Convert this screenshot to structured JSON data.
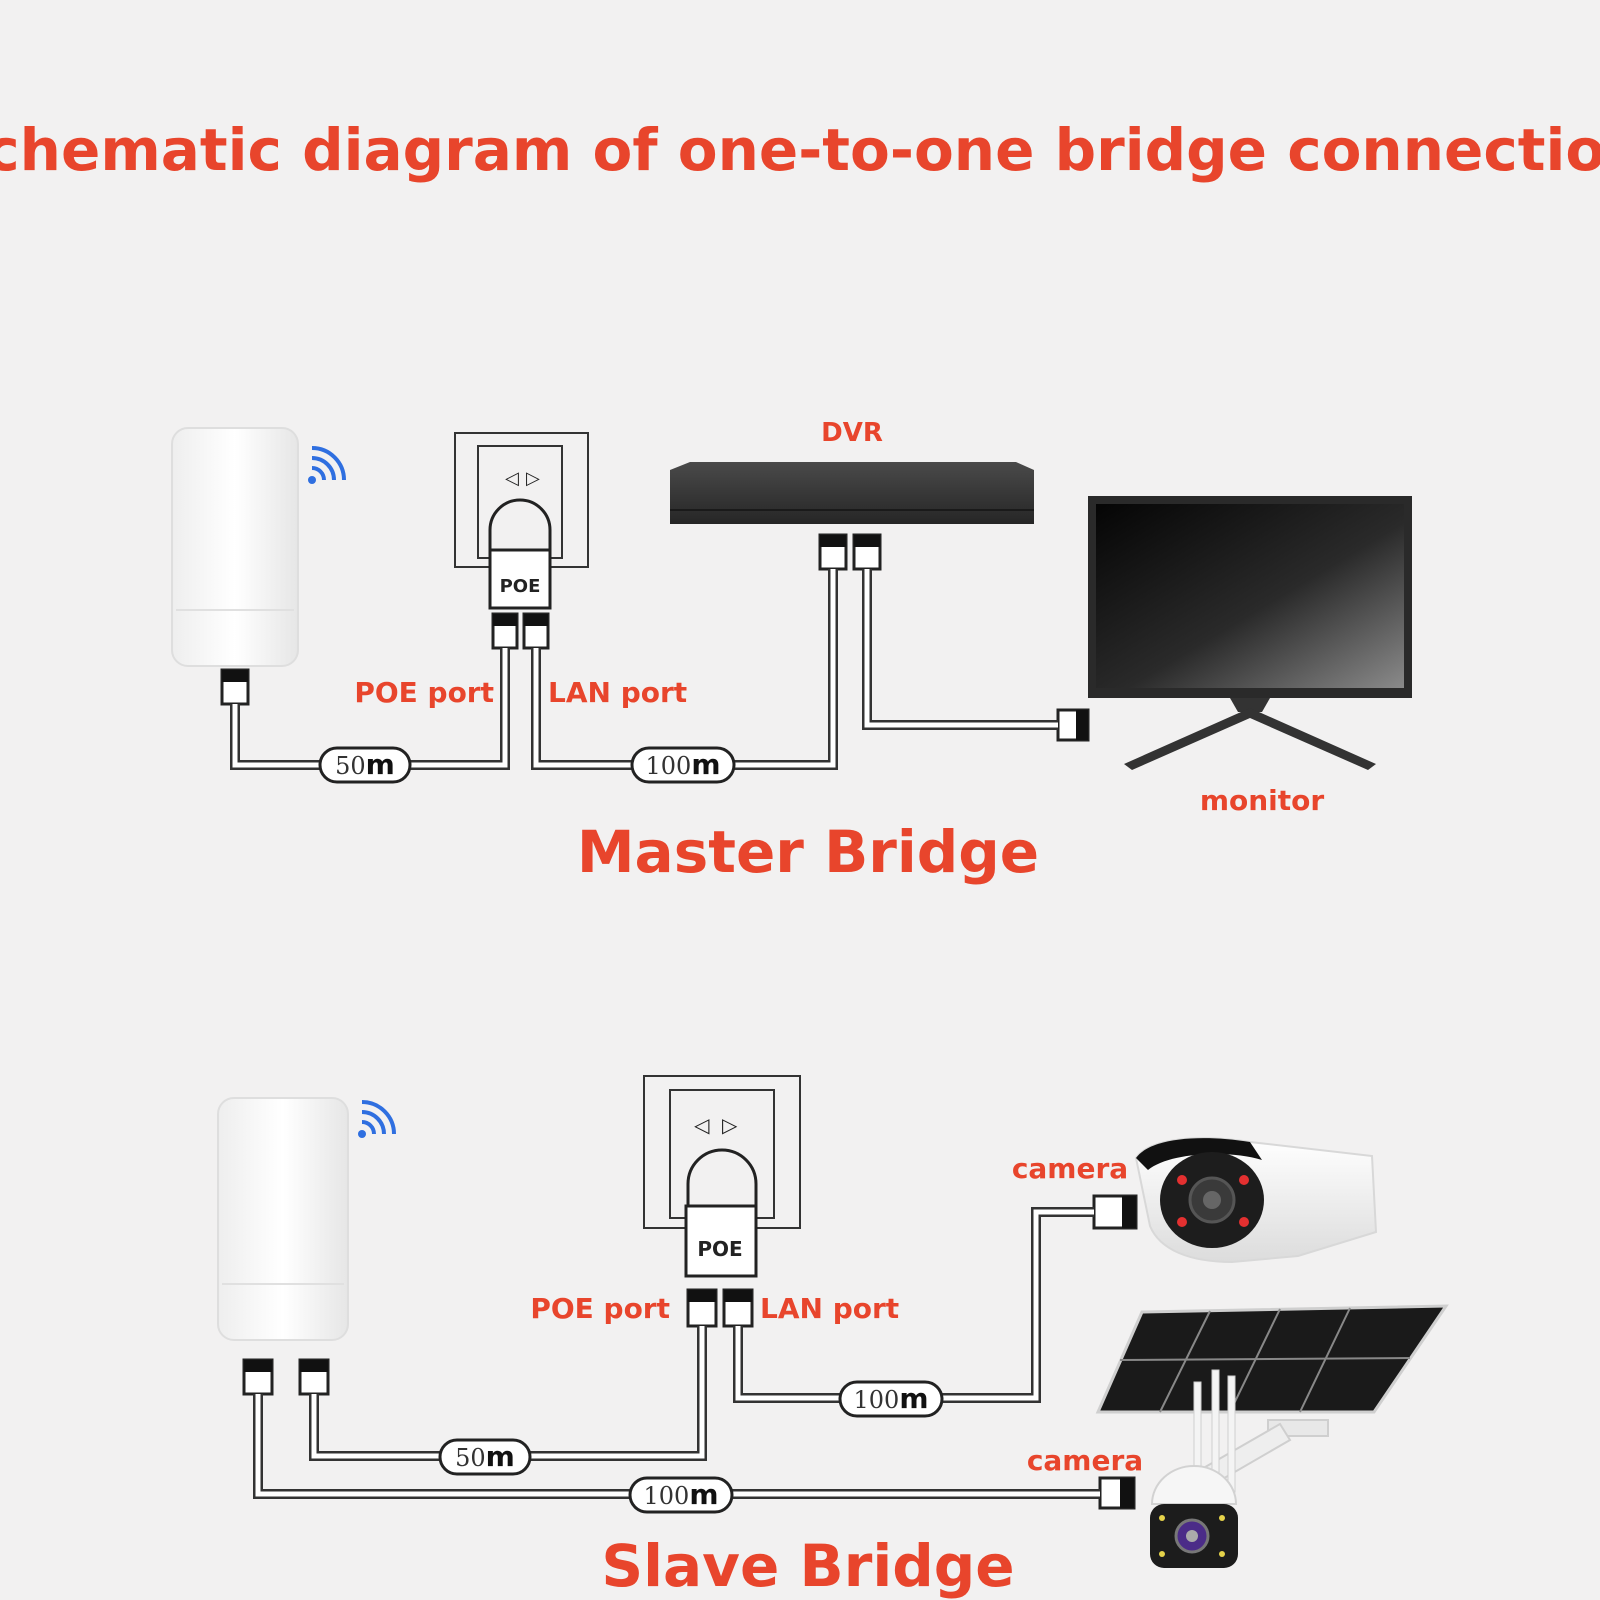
{
  "title": "Schematic diagram of one-to-one bridge connection",
  "master": {
    "heading": "Master Bridge",
    "dvr_label": "DVR",
    "monitor_label": "monitor",
    "poe_port_label": "POE port",
    "lan_port_label": "LAN port",
    "poe_text": "POE",
    "cable_bridge_poe": {
      "num": "50",
      "unit": "m"
    },
    "cable_lan_dvr": {
      "num": "100",
      "unit": "m"
    }
  },
  "slave": {
    "heading": "Slave Bridge",
    "camera1_label": "camera",
    "camera2_label": "camera",
    "poe_port_label": "POE port",
    "lan_port_label": "LAN port",
    "poe_text": "POE",
    "cable_lan_camera": {
      "num": "100",
      "unit": "m"
    },
    "cable_bridge_poe": {
      "num": "50",
      "unit": "m"
    },
    "cable_bridge_camera": {
      "num": "100",
      "unit": "m"
    }
  },
  "colors": {
    "accent": "#e8452c",
    "wifi": "#2f6fe0",
    "background": "#f2f1f1"
  }
}
